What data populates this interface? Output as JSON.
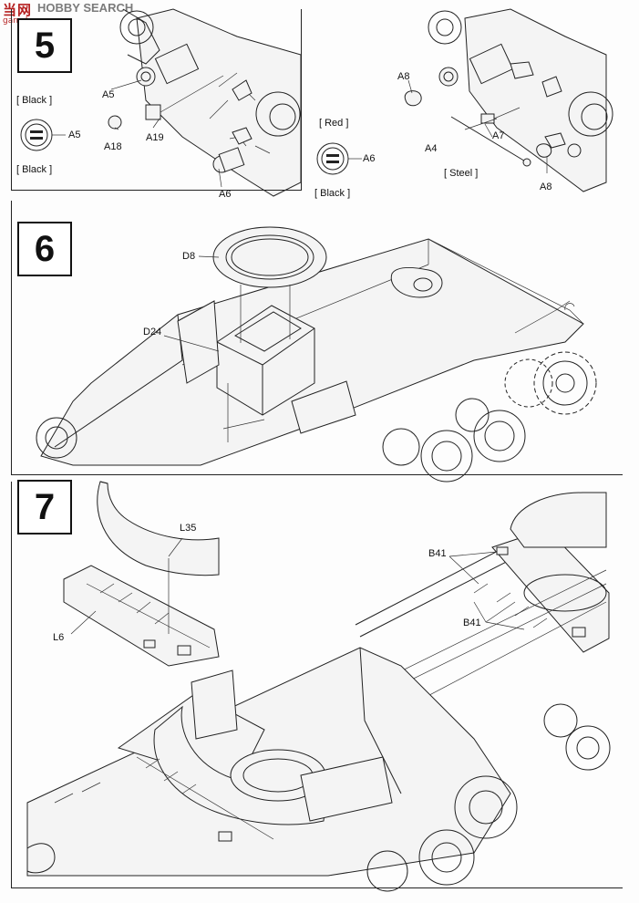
{
  "watermark": {
    "brand_cn": "当网",
    "brand_en": "HOBBY SEARCH",
    "url": "gan-shou.com"
  },
  "step5": {
    "number": "5",
    "left": {
      "parts": [
        "A5",
        "A18",
        "A19",
        "A6"
      ],
      "inset_part": "A5",
      "inset_top": "[ Black ]",
      "inset_bottom": "[ Black ]"
    },
    "right": {
      "parts": [
        "A8",
        "A7",
        "A4",
        "A8"
      ],
      "material": "[ Steel ]",
      "inset_part": "A6",
      "inset_top": "[ Red ]",
      "inset_bottom": "[ Black ]"
    }
  },
  "step6": {
    "number": "6",
    "parts": [
      "D8",
      "D24"
    ]
  },
  "step7": {
    "number": "7",
    "parts": [
      "L35",
      "L6",
      "B41",
      "B41"
    ]
  }
}
